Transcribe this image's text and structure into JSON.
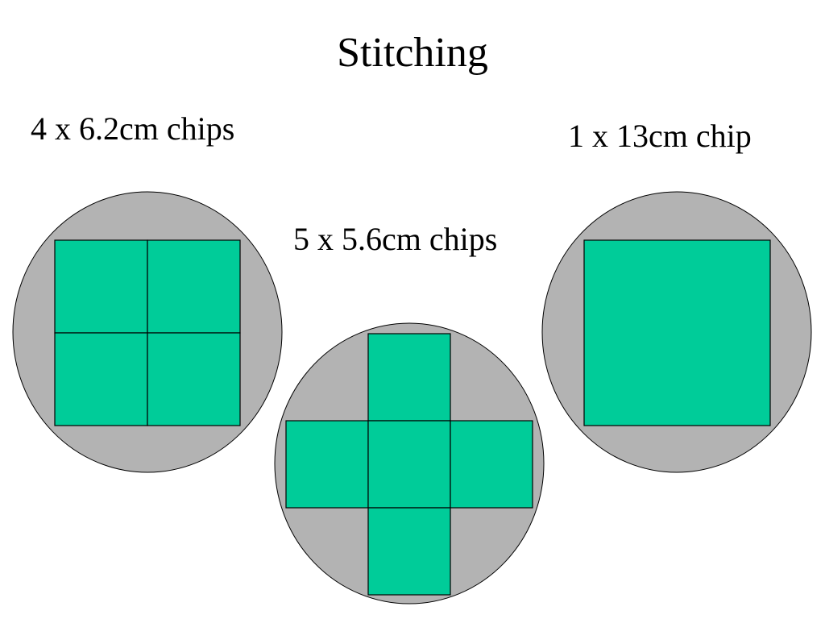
{
  "slide": {
    "title": "Stitching"
  },
  "layouts": [
    {
      "label": "4 x 6.2cm chips"
    },
    {
      "label": "5 x 5.6cm chips"
    },
    {
      "label": "1 x 13cm chip"
    }
  ],
  "colors": {
    "wafer": "#b3b3b3",
    "chip": "#00cc99",
    "outline": "#000000"
  }
}
